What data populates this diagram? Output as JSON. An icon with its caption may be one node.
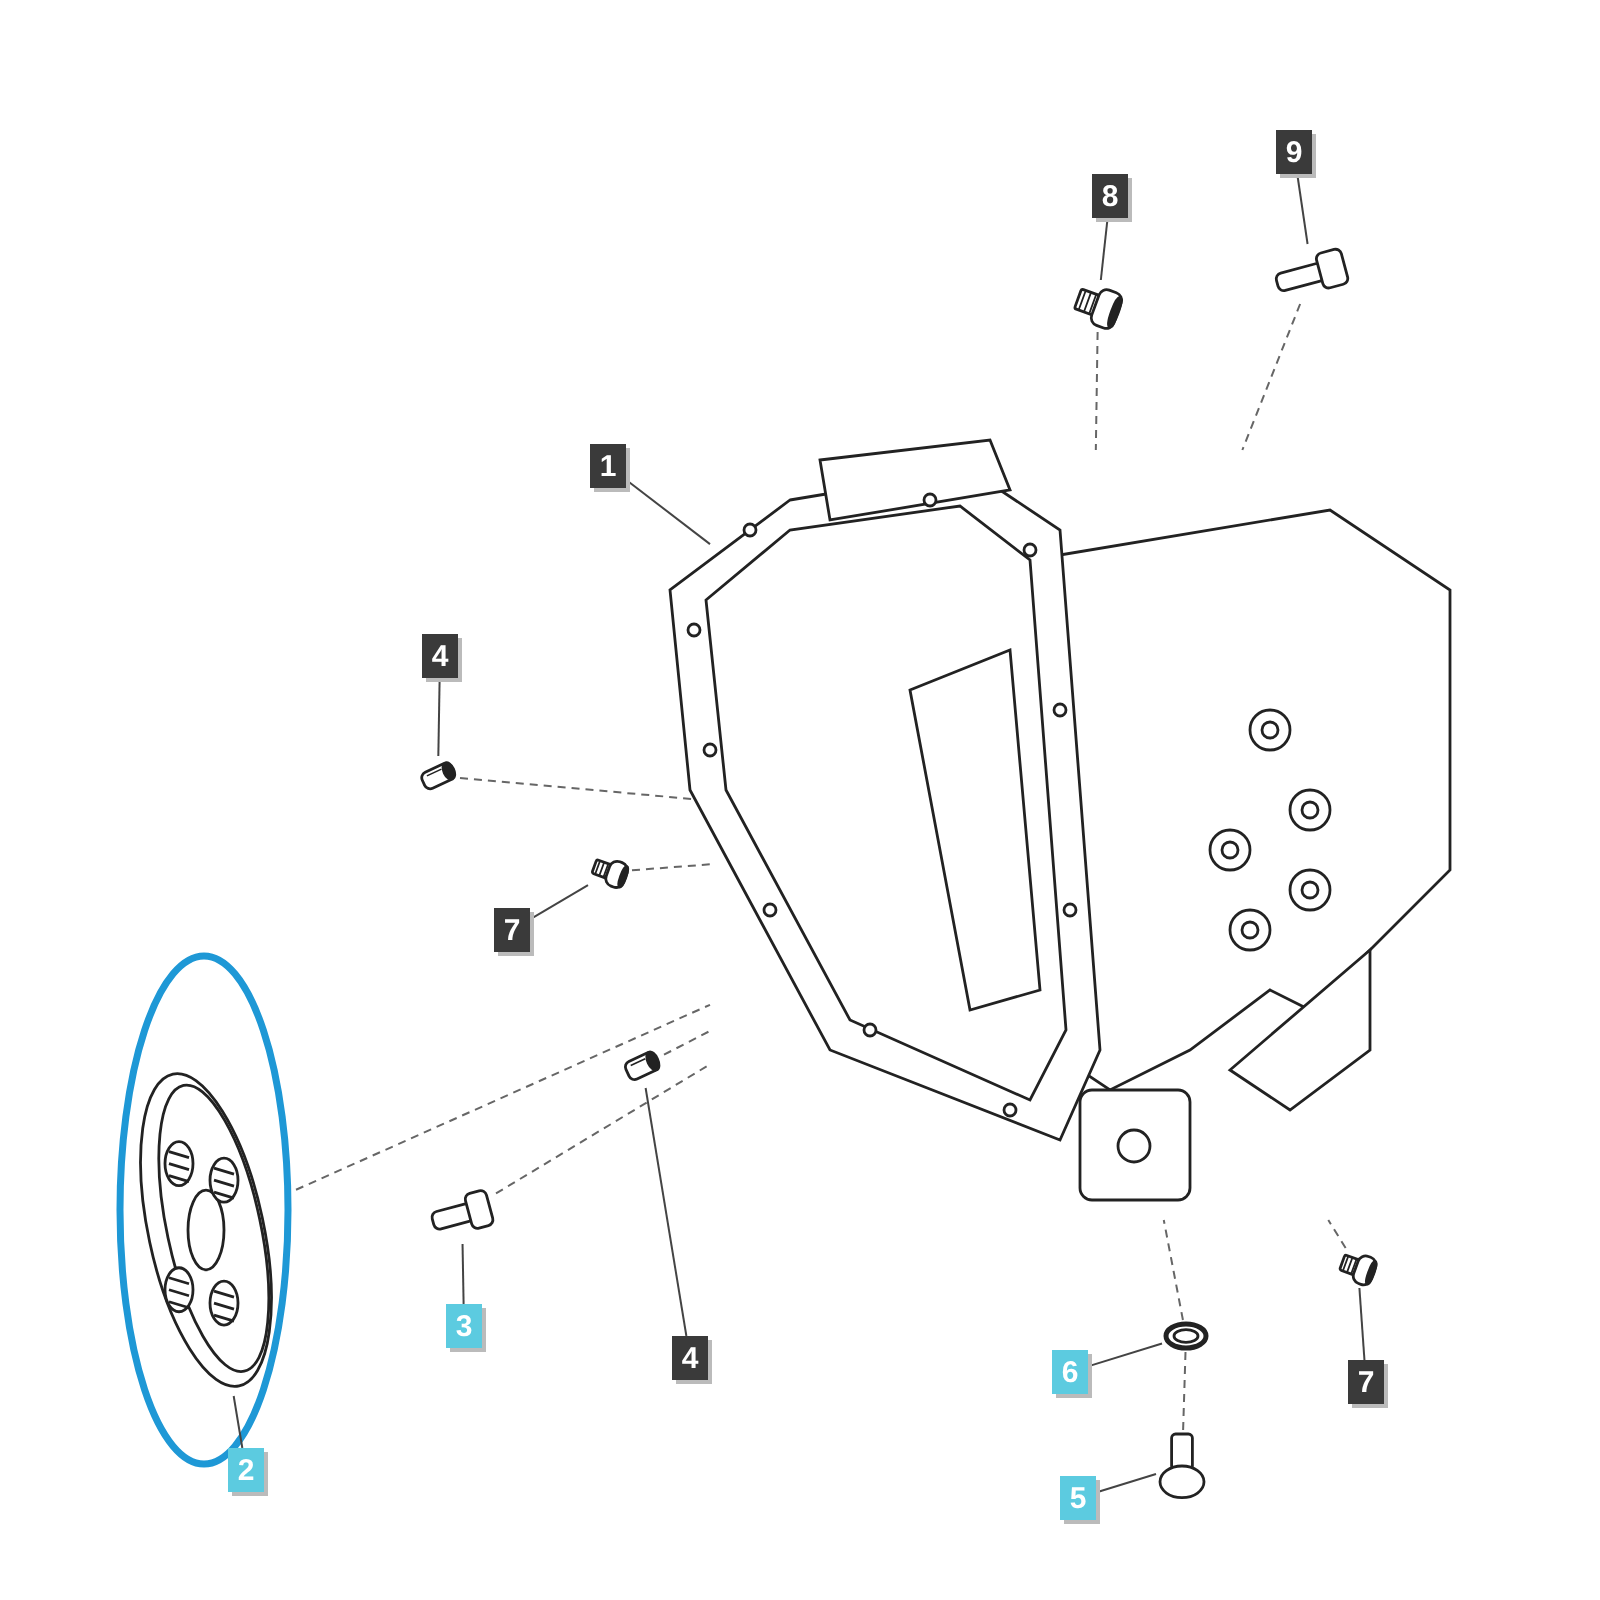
{
  "diagram": {
    "nodes": [
      {
        "text": [
          "9"
        ]
      },
      {
        "text": [
          "8"
        ]
      },
      {
        "text": [],
        "shape": "picture"
      },
      {
        "text": [],
        "shape": "picture"
      },
      {
        "text": [
          "1"
        ]
      },
      {
        "text": [],
        "shape": "picture"
      },
      {
        "text": [
          "4"
        ]
      },
      {
        "text": [],
        "shape": "picture"
      },
      {
        "text": [
          "7"
        ]
      },
      {
        "text": [],
        "shape": "picture"
      },
      {
        "text": [],
        "shape": "picture"
      },
      {
        "text": [],
        "shape": "picture"
      },
      {
        "text": [],
        "shape": "picture"
      },
      {
        "text": [
          "3"
        ]
      },
      {
        "text": [
          "4"
        ]
      },
      {
        "text": [
          "6"
        ]
      },
      {
        "text": [],
        "shape": "picture"
      },
      {
        "text": [
          "7"
        ]
      },
      {
        "text": [],
        "shape": "picture"
      },
      {
        "text": [
          "5"
        ]
      },
      {
        "text": [],
        "shape": "picture"
      },
      {
        "text": [
          "2"
        ]
      }
    ],
    "edges": [
      {
        "from": 0,
        "to": 2,
        "arrow": "none"
      },
      {
        "from": 1,
        "to": 3,
        "arrow": "none"
      },
      {
        "from": 4,
        "to": 5,
        "arrow": "none"
      },
      {
        "from": 6,
        "to": 7,
        "arrow": "none"
      },
      {
        "from": 8,
        "to": 9,
        "arrow": "none"
      },
      {
        "from": 21,
        "to": 10,
        "arrow": "none"
      },
      {
        "from": 13,
        "to": 11,
        "arrow": "none"
      },
      {
        "from": 14,
        "to": 12,
        "arrow": "none"
      },
      {
        "from": 15,
        "to": 16,
        "arrow": "none"
      },
      {
        "from": 17,
        "to": 18,
        "arrow": "none"
      },
      {
        "from": 19,
        "to": 20,
        "arrow": "none"
      },
      {
        "from": 3,
        "to": 5,
        "arrow": "none",
        "style": "dashed"
      },
      {
        "from": 2,
        "to": 5,
        "arrow": "none",
        "style": "dashed"
      },
      {
        "from": 7,
        "to": 5,
        "arrow": "none",
        "style": "dashed"
      },
      {
        "from": 9,
        "to": 5,
        "arrow": "none",
        "style": "dashed"
      },
      {
        "from": 10,
        "to": 5,
        "arrow": "none",
        "style": "dashed"
      },
      {
        "from": 11,
        "to": 5,
        "arrow": "none",
        "style": "dashed"
      },
      {
        "from": 12,
        "to": 5,
        "arrow": "none",
        "style": "dashed"
      },
      {
        "from": 18,
        "to": 5,
        "arrow": "none",
        "style": "dashed"
      },
      {
        "from": 20,
        "to": 16,
        "arrow": "none",
        "style": "dashed"
      },
      {
        "from": 16,
        "to": 5,
        "arrow": "none",
        "style": "dashed"
      }
    ]
  }
}
